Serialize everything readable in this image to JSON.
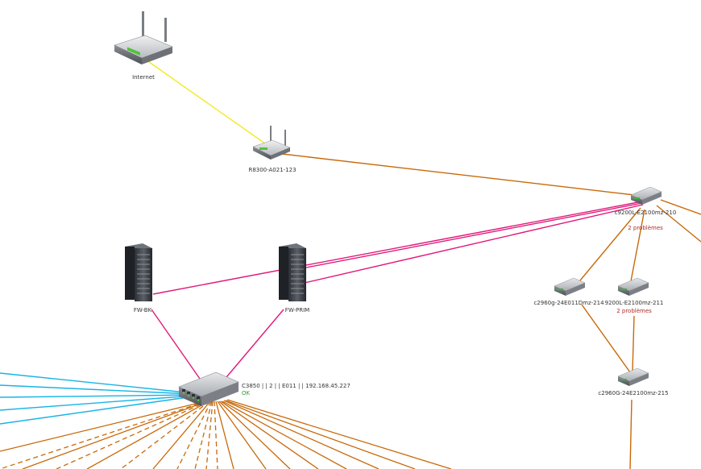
{
  "nodes": {
    "internet": {
      "label": "Internet",
      "icon": "router-icon"
    },
    "r8300": {
      "label": "R8300-A021-123",
      "icon": "router-icon"
    },
    "fw_bk": {
      "label": "FW-BK",
      "icon": "server-rack-icon"
    },
    "fw_prim": {
      "label": "FW-PRIM",
      "icon": "server-rack-icon"
    },
    "c3850": {
      "label": "C3850 | | 2 | | E011 | | 192.168.45.227",
      "status": "OK",
      "icon": "switch-icon"
    },
    "c9200_210": {
      "label": "c9200L-E2100mz-210",
      "status": "2 problèmes",
      "icon": "switch-icon"
    },
    "c2960_214": {
      "label": "c2960g-24E011Dmz-214",
      "icon": "switch-icon"
    },
    "c9200_211": {
      "label": "9200L-E2100mz-211",
      "status": "2 problèmes",
      "icon": "switch-icon"
    },
    "c2960_215": {
      "label": "c2960G-24E2100mz-215",
      "icon": "switch-icon"
    }
  },
  "colors": {
    "link_wan": "#f2ea2a",
    "link_trunk": "#c8690a",
    "link_fw": "#e0197c",
    "link_access": "#18b4e6",
    "status_ok": "#2e9a2e",
    "status_problem": "#b02a2a"
  }
}
